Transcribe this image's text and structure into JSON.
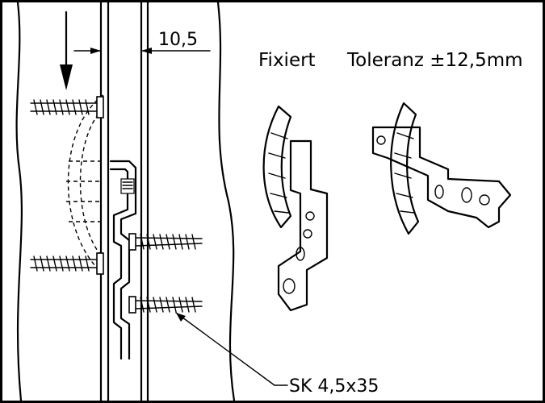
{
  "labels": {
    "dimension": "10,5",
    "fixed": "Fixiert",
    "tolerance": "Toleranz ±12,5mm",
    "screw_spec": "SK 4,5x35"
  }
}
